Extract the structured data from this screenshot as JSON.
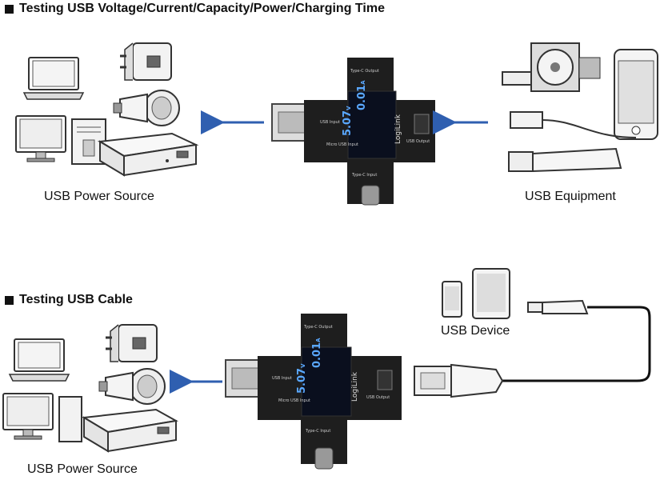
{
  "sections": [
    {
      "heading": "Testing USB Voltage/Current/Capacity/Power/Charging Time",
      "left_caption": "USB Power Source",
      "right_caption": "USB Equipment"
    },
    {
      "heading": "Testing USB Cable",
      "left_caption": "USB Power Source",
      "right_caption": "USB Device"
    }
  ],
  "tester": {
    "brand": "LogiLink",
    "voltage": "5.07",
    "voltage_unit": "V",
    "current": "0.01",
    "current_unit": "A",
    "port_top": "Type-C Output",
    "port_usb": "USB Input",
    "port_micro": "Micro USB Input",
    "port_right": "USB Output",
    "port_bottom": "Type-C Input"
  },
  "colors": {
    "arrow": "#2f5fb0",
    "device_body": "#1e1e1e",
    "screen": "#0a0f1e",
    "screen_text": "#5aa8ff"
  }
}
